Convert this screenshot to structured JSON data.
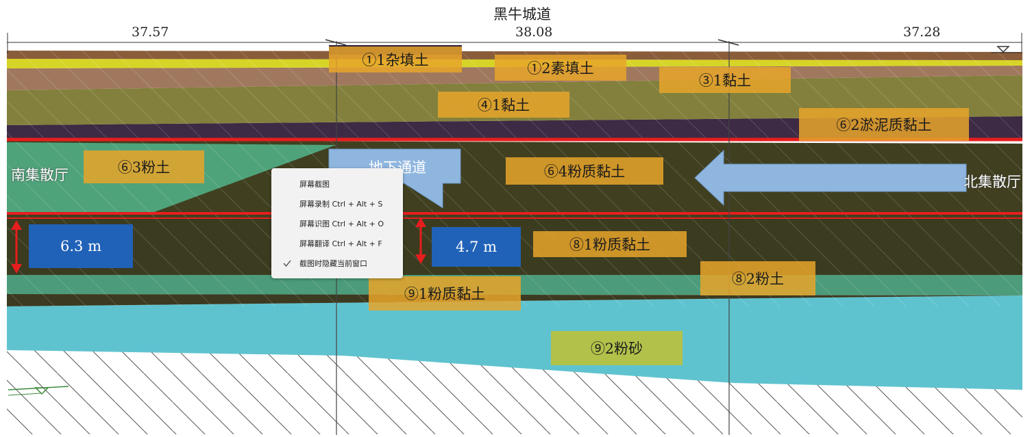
{
  "title": "黑牛城道",
  "dimensions": [
    "37.57",
    "38.08",
    "37.28"
  ],
  "layers": [
    {
      "label": "①1杂填土",
      "color": "#e8a42a"
    },
    {
      "label": "①2素填土",
      "color": "#e8a42a"
    },
    {
      "label": "③1黏土",
      "color": "#e8a42a"
    },
    {
      "label": "④1黏土",
      "color": "#e8a42a"
    },
    {
      "label": "⑥2淤泥质黏土",
      "color": "#e8a42a"
    },
    {
      "label": "⑥3粉土",
      "color": "#e8a42a"
    },
    {
      "label": "⑥4粉质黏土",
      "color": "#e8a42a"
    },
    {
      "label": "⑧1粉质黏土",
      "color": "#e8a42a"
    },
    {
      "label": "⑧2粉土",
      "color": "#e8a42a"
    },
    {
      "label": "⑨1粉质黏土",
      "color": "#e8a42a"
    },
    {
      "label": "⑨2粉砂",
      "color": "#b6c142"
    }
  ],
  "annotations": {
    "tunnel": "地下通道",
    "south_hall": "南集散厅",
    "north_hall": "北集散厅",
    "depth_left": "6.3 m",
    "depth_mid": "4.7 m"
  },
  "colors": {
    "arrow": "#8fb6df",
    "depth_box": "#2062b8",
    "red_line": "#e61e1e",
    "teal": "#5fc3cf",
    "green": "#4fa37b"
  },
  "context_menu": {
    "items": [
      {
        "label": "屏幕截图",
        "checked": false
      },
      {
        "label": "屏幕录制 Ctrl + Alt + S",
        "checked": false
      },
      {
        "label": "屏幕识图 Ctrl + Alt + O",
        "checked": false
      },
      {
        "label": "屏幕翻译 Ctrl + Alt + F",
        "checked": false
      },
      {
        "label": "截图时隐藏当前窗口",
        "checked": true
      }
    ]
  }
}
